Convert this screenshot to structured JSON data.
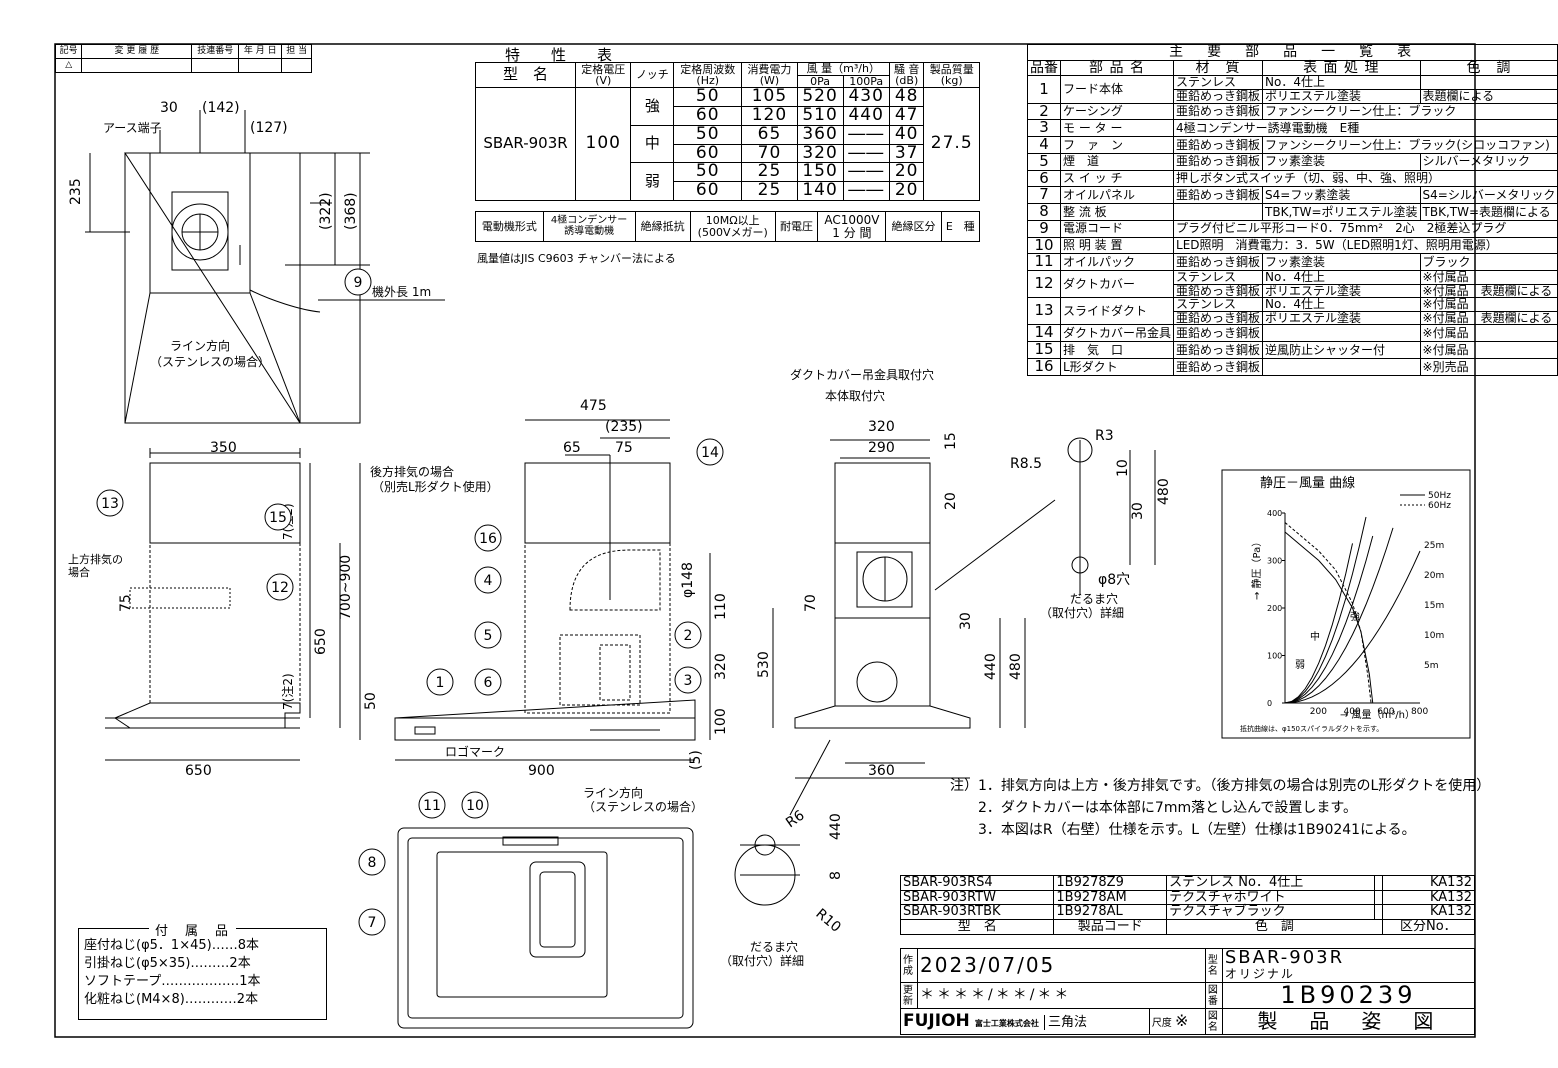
{
  "revision_table": {
    "headers": [
      "記号",
      "変 更 履 歴",
      "技連番号",
      "年 月 日",
      "担 当"
    ],
    "mark": "△"
  },
  "spec_table": {
    "title": "特　性　表",
    "h_model": "型　名",
    "h_voltage": "定格電圧\n(V)",
    "h_notch": "ノッチ",
    "h_freq": "定格周波数\n(Hz)",
    "h_power": "消費電力\n(W)",
    "h_airflow": "風 量（m³/h）",
    "h_0pa": "0Pa",
    "h_100pa": "100Pa",
    "h_noise": "騒 音\n(dB)",
    "h_mass": "製品質量\n(kg)",
    "model": "SBAR-903R",
    "voltage": "100",
    "mass": "27.5",
    "rows": [
      {
        "notch": "強",
        "freq": "50",
        "power": "105",
        "pa0": "520",
        "pa100": "430",
        "db": "48"
      },
      {
        "notch": "",
        "freq": "60",
        "power": "120",
        "pa0": "510",
        "pa100": "440",
        "db": "47"
      },
      {
        "notch": "中",
        "freq": "50",
        "power": "65",
        "pa0": "360",
        "pa100": "――",
        "db": "40"
      },
      {
        "notch": "",
        "freq": "60",
        "power": "70",
        "pa0": "320",
        "pa100": "――",
        "db": "37"
      },
      {
        "notch": "弱",
        "freq": "50",
        "power": "25",
        "pa0": "150",
        "pa100": "――",
        "db": "20"
      },
      {
        "notch": "",
        "freq": "60",
        "power": "25",
        "pa0": "140",
        "pa100": "――",
        "db": "20"
      }
    ],
    "motor_label": "電動機形式",
    "motor_value": "4極コンデンサー\n誘導電動機",
    "insulation_label": "絶縁抵抗",
    "insulation_value": "10MΩ以上\n(500Vメガー)",
    "withstand_label": "耐電圧",
    "withstand_value": "AC1000V\n1 分 間",
    "class_label": "絶縁区分",
    "class_value": "E　種",
    "footnote": "風量値はJIS C9603 チャンバー法による"
  },
  "parts_table": {
    "title": "主　要　部　品　一　覧　表",
    "headers": [
      "品番",
      "部 品 名",
      "材　質",
      "表 面 処 理",
      "色　調"
    ],
    "rows": [
      {
        "no": "1",
        "name": "フード本体",
        "sub": [
          [
            "ステンレス",
            "No．4仕上",
            ""
          ],
          [
            "亜鉛めっき鋼板",
            "ポリエステル塗装",
            "表題欄による"
          ]
        ]
      },
      {
        "no": "2",
        "name": "ケーシング",
        "sub": [
          [
            "亜鉛めっき鋼板",
            "ファンシークリーン仕上：ブラック",
            ""
          ]
        ]
      },
      {
        "no": "3",
        "name": "モ ー タ ー",
        "sub": [
          [
            "4極コンデンサー誘導電動機　E種",
            "",
            ""
          ]
        ]
      },
      {
        "no": "4",
        "name": "フ　ァ　ン",
        "sub": [
          [
            "亜鉛めっき鋼板",
            "ファンシークリーン仕上：ブラック(シロッコファン)",
            ""
          ]
        ]
      },
      {
        "no": "5",
        "name": "煙　道",
        "sub": [
          [
            "亜鉛めっき鋼板",
            "フッ素塗装",
            "シルバーメタリック"
          ]
        ]
      },
      {
        "no": "6",
        "name": "ス イ ッ チ",
        "sub": [
          [
            "押しボタン式スイッチ（切、弱、中、強、照明）",
            "",
            ""
          ]
        ]
      },
      {
        "no": "7",
        "name": "オイルパネル",
        "sub": [
          [
            "亜鉛めっき鋼板",
            "S4=フッ素塗装",
            "S4=シルバーメタリック"
          ]
        ]
      },
      {
        "no": "8",
        "name": "整 流 板",
        "sub": [
          [
            "",
            "TBK,TW=ポリエステル塗装",
            "TBK,TW=表題欄による"
          ]
        ]
      },
      {
        "no": "9",
        "name": "電源コード",
        "sub": [
          [
            "プラグ付ビニル平形コード0．75mm²　2心　2極差込プラグ",
            "",
            ""
          ]
        ]
      },
      {
        "no": "10",
        "name": "照 明 装 置",
        "sub": [
          [
            "LED照明　消費電力：3．5W（LED照明1灯、照明用電源）",
            "",
            ""
          ]
        ]
      },
      {
        "no": "11",
        "name": "オイルパック",
        "sub": [
          [
            "亜鉛めっき鋼板",
            "フッ素塗装",
            "ブラック"
          ]
        ]
      },
      {
        "no": "12",
        "name": "ダクトカバー",
        "sub": [
          [
            "ステンレス",
            "No．4仕上",
            "※付属品"
          ],
          [
            "亜鉛めっき鋼板",
            "ポリエステル塗装",
            "※付属品　表題欄による"
          ]
        ]
      },
      {
        "no": "13",
        "name": "スライドダクト",
        "sub": [
          [
            "ステンレス",
            "No．4仕上",
            "※付属品"
          ],
          [
            "亜鉛めっき鋼板",
            "ポリエステル塗装",
            "※付属品　表題欄による"
          ]
        ]
      },
      {
        "no": "14",
        "name": "ダクトカバー吊金具",
        "sub": [
          [
            "亜鉛めっき鋼板",
            "",
            "※付属品"
          ]
        ]
      },
      {
        "no": "15",
        "name": "排　気　口",
        "sub": [
          [
            "亜鉛めっき鋼板",
            "逆風防止シャッター付",
            "※付属品"
          ]
        ]
      },
      {
        "no": "16",
        "name": "L形ダクト",
        "sub": [
          [
            "亜鉛めっき鋼板",
            "",
            "※別売品"
          ]
        ]
      }
    ]
  },
  "views": {
    "top": {
      "d30": "30",
      "d142": "(142)",
      "d127": "(127)",
      "d235": "235",
      "d322": "(322)",
      "d368": "(368)",
      "earth": "アース端子",
      "line_dir": "ライン方向\n(ステンレスの場合)",
      "line_dir_small": "ライン方向\n(ステンレスの場合)",
      "cord_len": "機外長 1m"
    },
    "front": {
      "d350": "350",
      "d650": "650",
      "d75": "75",
      "d650v": "650",
      "d700_900": "700~900",
      "d7a": "7(注2)",
      "d7b": "7(注2)",
      "d50": "50",
      "upper_exhaust": "上方排気の\n場合"
    },
    "side": {
      "d475": "475",
      "d235": "(235)",
      "d65": "65",
      "d75": "75",
      "d148": "φ148",
      "d110": "110",
      "d320": "320",
      "d100": "100",
      "d5": "(5)",
      "d900": "900",
      "rear_exhaust": "後方排気の場合\n（別売L形ダクト使用）",
      "logo_mark": "ロゴマーク",
      "line_dir": "ライン方向\n（ステンレスの場合）"
    },
    "right": {
      "duct_hanger": "ダクトカバー吊金具取付穴",
      "body_hole": "本体取付穴",
      "d320": "320",
      "d290": "290",
      "d15": "15",
      "d20": "20",
      "d530": "530",
      "d70": "70",
      "d30": "30",
      "d440": "440",
      "d480": "480",
      "d360": "360"
    },
    "detail1": {
      "r3": "R3",
      "r85": "R8.5",
      "d10": "10",
      "d30": "30",
      "d480": "480",
      "phi8": "φ8穴",
      "caption": "だるま穴\n（取付穴）詳細"
    },
    "detail2": {
      "r6": "R6",
      "d440": "440",
      "d8": "8",
      "r10": "R10",
      "caption": "だるま穴\n（取付穴）詳細"
    }
  },
  "chart_data": {
    "type": "line",
    "title": "静圧－風量 曲線",
    "xlabel": "→ 風量（m³/h）",
    "ylabel": "→ 静圧（Pa）",
    "xlim": [
      0,
      800
    ],
    "ylim": [
      0,
      400
    ],
    "xticks": [
      "200",
      "400",
      "600",
      "800"
    ],
    "yticks": [
      "0",
      "100",
      "200",
      "300",
      "400"
    ],
    "legend": [
      "50Hz",
      "60Hz"
    ],
    "resistance_labels": [
      "25m",
      "20m",
      "15m",
      "10m",
      "5m"
    ],
    "notch_labels": [
      "強",
      "中",
      "弱"
    ],
    "footnote": "抵抗曲線は、φ150スパイラルダクトを示す。",
    "series": [
      {
        "name": "50Hz",
        "points": [
          [
            0,
            360
          ],
          [
            100,
            330
          ],
          [
            200,
            300
          ],
          [
            300,
            260
          ],
          [
            400,
            200
          ],
          [
            450,
            150
          ],
          [
            500,
            60
          ],
          [
            520,
            0
          ]
        ]
      },
      {
        "name": "60Hz",
        "points": [
          [
            0,
            380
          ],
          [
            100,
            350
          ],
          [
            200,
            320
          ],
          [
            300,
            280
          ],
          [
            400,
            210
          ],
          [
            450,
            150
          ],
          [
            490,
            60
          ],
          [
            510,
            0
          ]
        ]
      }
    ]
  },
  "notes": {
    "n1": "注）1．排気方向は上方・後方排気です。（後方排気の場合は別売のL形ダクトを使用）",
    "n2": "2．ダクトカバーは本体部に7mm落とし込んで設置します。",
    "n3": "3．本図はR（右壁）仕様を示す。L（左壁）仕様は1B90241による。"
  },
  "accessories": {
    "title": "付　属　品",
    "items": [
      "座付ねじ(φ5．1×45)……8本",
      "引掛ねじ(φ5×35)………2本",
      "ソフトテープ………………1本",
      "化粧ねじ(M4×8)…………2本"
    ]
  },
  "title_block": {
    "variants": [
      [
        "SBAR-903RS4",
        "1B9278Z9",
        "ステンレス No．4仕上",
        "KA132"
      ],
      [
        "SBAR-903RTW",
        "1B9278AM",
        "テクスチャホワイト",
        "KA132"
      ],
      [
        "SBAR-903RTBK",
        "1B9278AL",
        "テクスチャブラック",
        "KA132"
      ]
    ],
    "h_model": "型　名",
    "h_code": "製品コード",
    "h_color": "色　調",
    "h_class": "区分No．",
    "made_label": "作成",
    "made_date": "2023/07/05",
    "upd_label": "更新",
    "upd_date": "＊＊＊＊/＊＊/＊＊",
    "model_label": "型名",
    "model": "SBAR-903R",
    "model_sub": "オリジナル",
    "drawing_no_label": "図番",
    "drawing_no": "1B90239",
    "drawing_name_label": "図名",
    "drawing_name": "製　品　姿　図",
    "company": "FUJIOH",
    "company_jp": "富士工業株式会社",
    "projection": "三角法",
    "scale_label": "尺度",
    "scale": "※"
  },
  "balloons": [
    "1",
    "2",
    "3",
    "4",
    "5",
    "6",
    "7",
    "8",
    "9",
    "10",
    "11",
    "12",
    "13",
    "14",
    "15",
    "16"
  ]
}
